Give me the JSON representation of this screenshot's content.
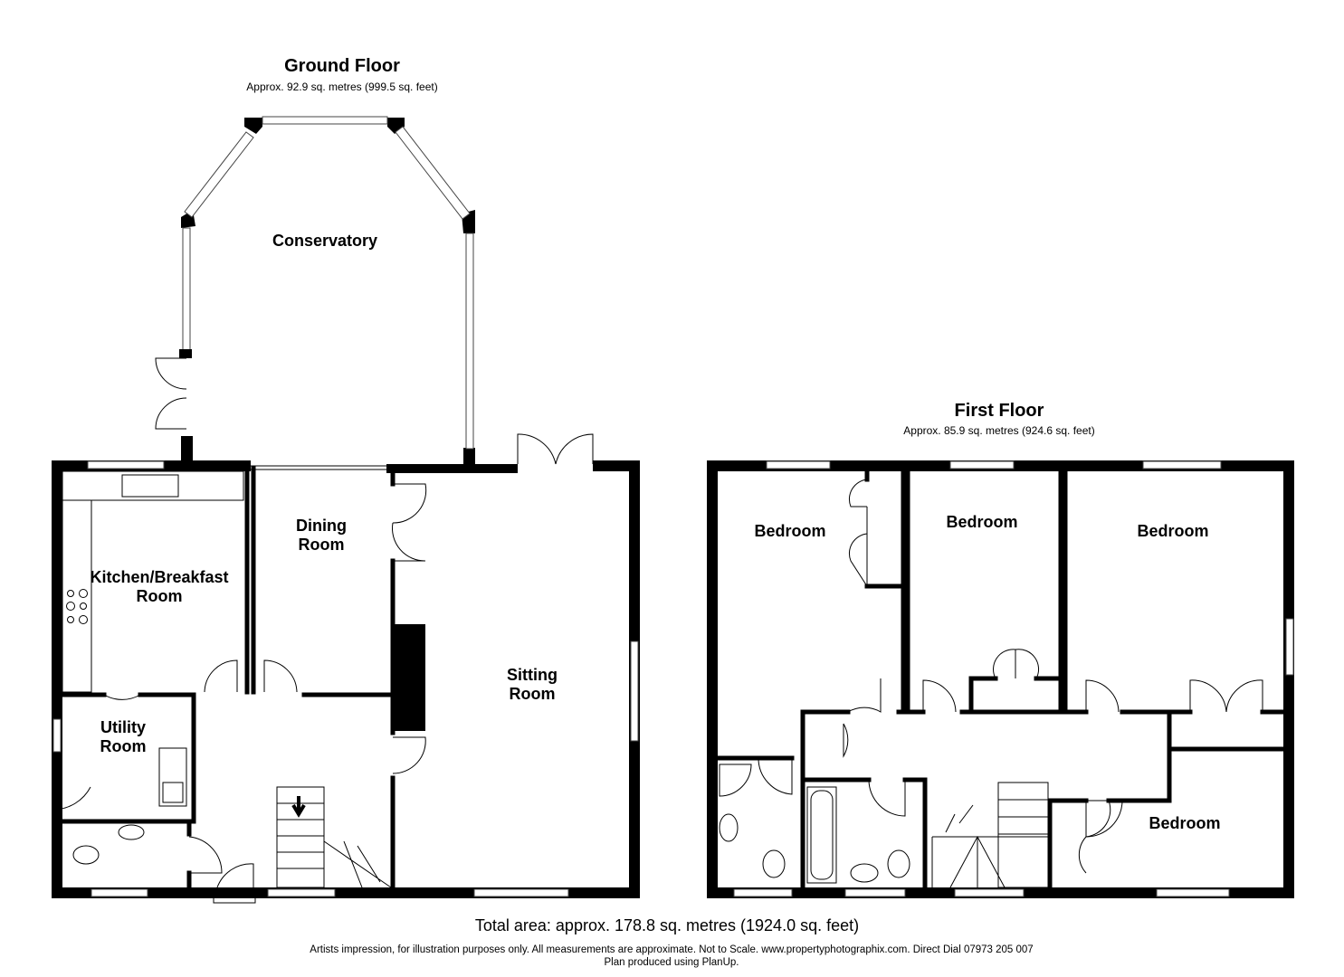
{
  "ground_floor": {
    "title": "Ground Floor",
    "area": "Approx. 92.9 sq. metres (999.5 sq. feet)",
    "rooms": {
      "conservatory": "Conservatory",
      "dining": "Dining\nRoom",
      "kitchen": "Kitchen/Breakfast\nRoom",
      "sitting": "Sitting\nRoom",
      "utility": "Utility\nRoom"
    }
  },
  "first_floor": {
    "title": "First Floor",
    "area": "Approx. 85.9 sq. metres (924.6 sq. feet)",
    "rooms": {
      "bedroom1": "Bedroom",
      "bedroom2": "Bedroom",
      "bedroom3": "Bedroom",
      "bedroom4": "Bedroom"
    }
  },
  "total": "Total area: approx. 178.8 sq. metres (1924.0 sq. feet)",
  "disclaimer": "Artists impression, for illustration purposes only. All measurements are approximate. Not to Scale. www.propertyphotographix.com. Direct Dial 07973 205 007",
  "credit": "Plan produced using PlanUp."
}
